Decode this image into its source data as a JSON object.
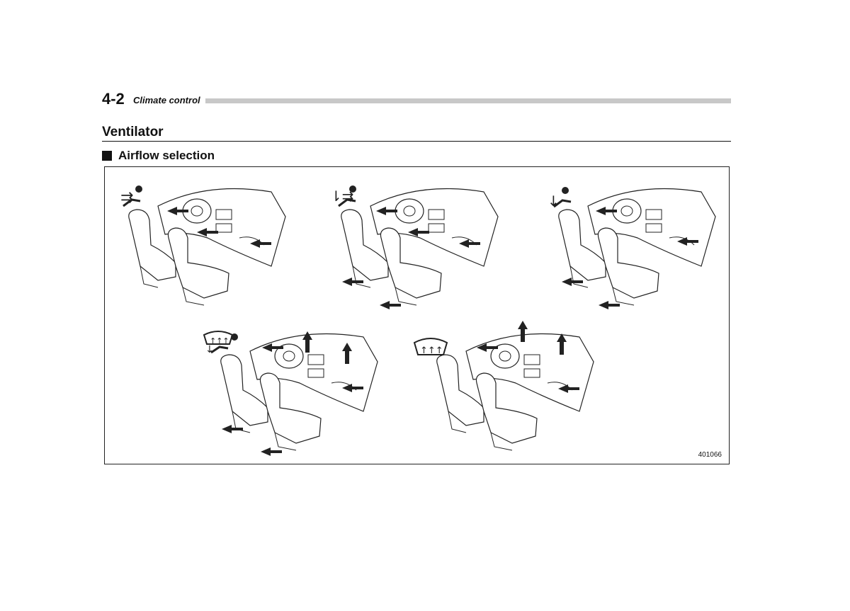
{
  "header": {
    "page_number": "4-2",
    "section": "Climate control"
  },
  "content": {
    "title": "Ventilator",
    "subtitle": "Airflow selection"
  },
  "figure": {
    "code": "401066",
    "panels": [
      {
        "mode_icon": "face-mode-icon"
      },
      {
        "mode_icon": "bi-level-mode-icon"
      },
      {
        "mode_icon": "foot-mode-icon"
      },
      {
        "mode_icon": "defrost-foot-mode-icon"
      },
      {
        "mode_icon": "defrost-mode-icon"
      }
    ]
  }
}
